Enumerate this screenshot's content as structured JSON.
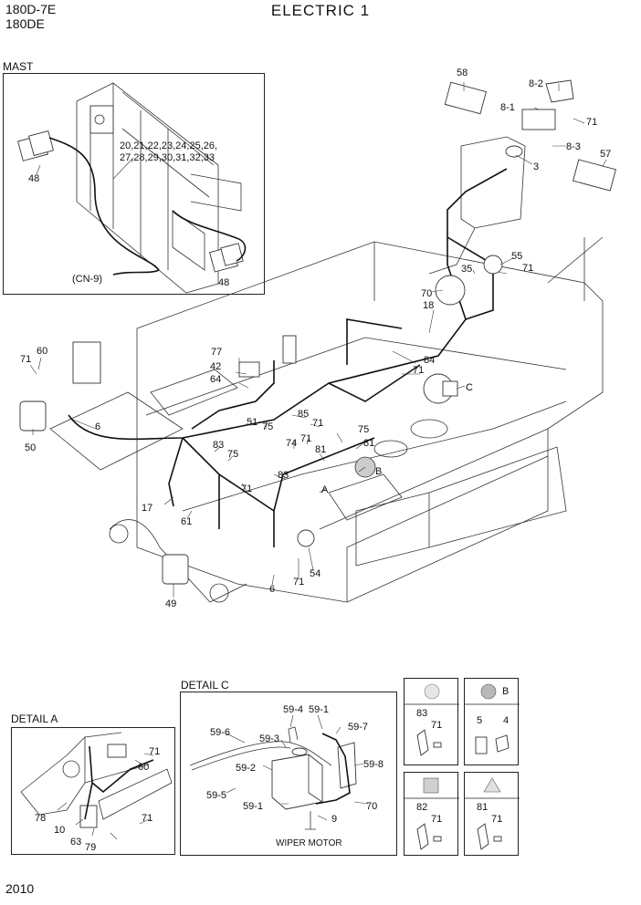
{
  "header": {
    "model_line_1": "180D-7E",
    "model_line_2": "180DE",
    "title": "ELECTRIC 1"
  },
  "mast": {
    "title": "MAST",
    "callouts": [
      "20,21,22,23,24,25,26,",
      "27,28,29,30,31,32,33",
      "48",
      "48",
      "(CN-9)"
    ]
  },
  "main_callouts": {
    "c58": "58",
    "c8_2": "8-2",
    "c8_1": "8-1",
    "c71a": "71",
    "c8_3": "8-3",
    "c57": "57",
    "c3": "3",
    "c55": "55",
    "c35": "35",
    "c71b": "71",
    "c70": "70",
    "c18": "18",
    "c60": "60",
    "c71c": "71",
    "c50": "50",
    "c6a": "6",
    "c77": "77",
    "c42": "42",
    "c64": "64",
    "c84": "84",
    "c71d": "71",
    "cC": "C",
    "c85": "85",
    "c71e": "71",
    "c51": "51",
    "c75a": "75",
    "c74": "74",
    "c71f": "71",
    "c75b": "75",
    "c81": "81",
    "c81b": "81",
    "c83a": "83",
    "c75c": "75",
    "c83b": "83",
    "cB": "B",
    "c71g": "71",
    "cA": "A",
    "c17": "17",
    "c61": "61",
    "c71h": "71",
    "c54": "54",
    "c49": "49",
    "c6b": "6"
  },
  "detail_a": {
    "title": "DETAIL A",
    "callouts": [
      "60",
      "71",
      "78",
      "10",
      "63",
      "79",
      "71"
    ]
  },
  "detail_c": {
    "title": "DETAIL C",
    "callouts": [
      "59-6",
      "59-4",
      "59-1",
      "59-3",
      "59-7",
      "59-2",
      "59-8",
      "59-5",
      "59-1",
      "70",
      "9"
    ],
    "caption": "WIPER MOTOR"
  },
  "legend": [
    {
      "symbol": "circle-fine",
      "letter": "",
      "parts": [
        "83",
        "71"
      ]
    },
    {
      "symbol": "circle-coarse",
      "letter": "B",
      "parts": [
        "5",
        "4"
      ]
    },
    {
      "symbol": "square-dotted",
      "letter": "",
      "parts": [
        "82",
        "71"
      ]
    },
    {
      "symbol": "triangle",
      "letter": "",
      "parts": [
        "81",
        "71"
      ]
    }
  ],
  "footer": {
    "page_number": "2010"
  }
}
